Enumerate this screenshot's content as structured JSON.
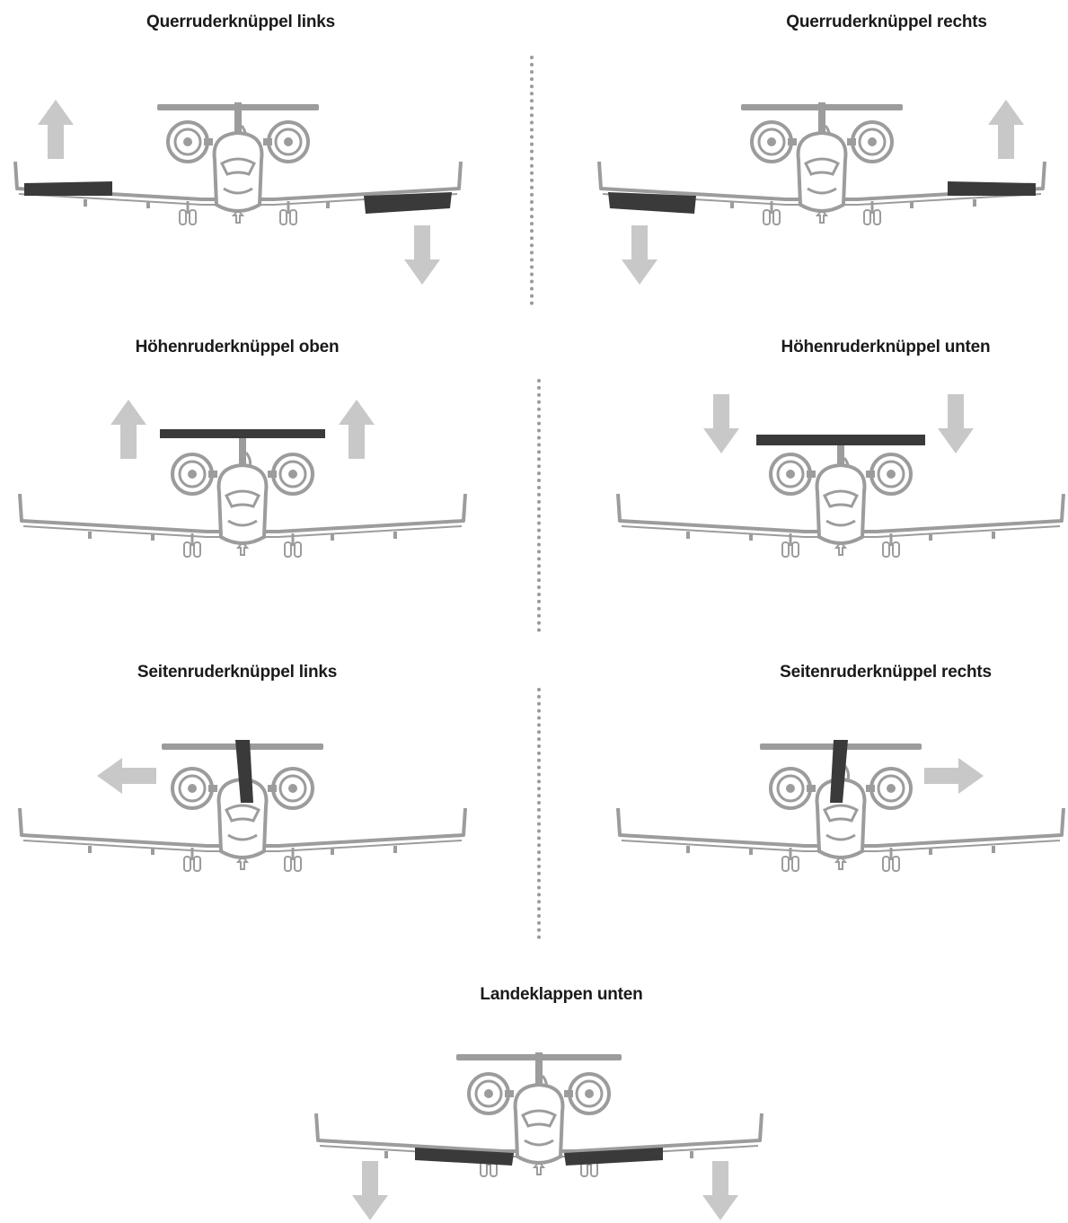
{
  "colors": {
    "outline": "#9c9c9c",
    "surface": "#3a3a3a",
    "arrow": "#c8c8c8",
    "background": "#ffffff"
  },
  "panels": [
    {
      "label": "Querruderknüppel links"
    },
    {
      "label": "Querruderknüppel rechts"
    },
    {
      "label": "Höhenruderknüppel oben"
    },
    {
      "label": "Höhenruderknüppel unten"
    },
    {
      "label": "Seitenruderknüppel links"
    },
    {
      "label": "Seitenruderknüppel rechts"
    },
    {
      "label": "Landeklappen unten"
    }
  ]
}
